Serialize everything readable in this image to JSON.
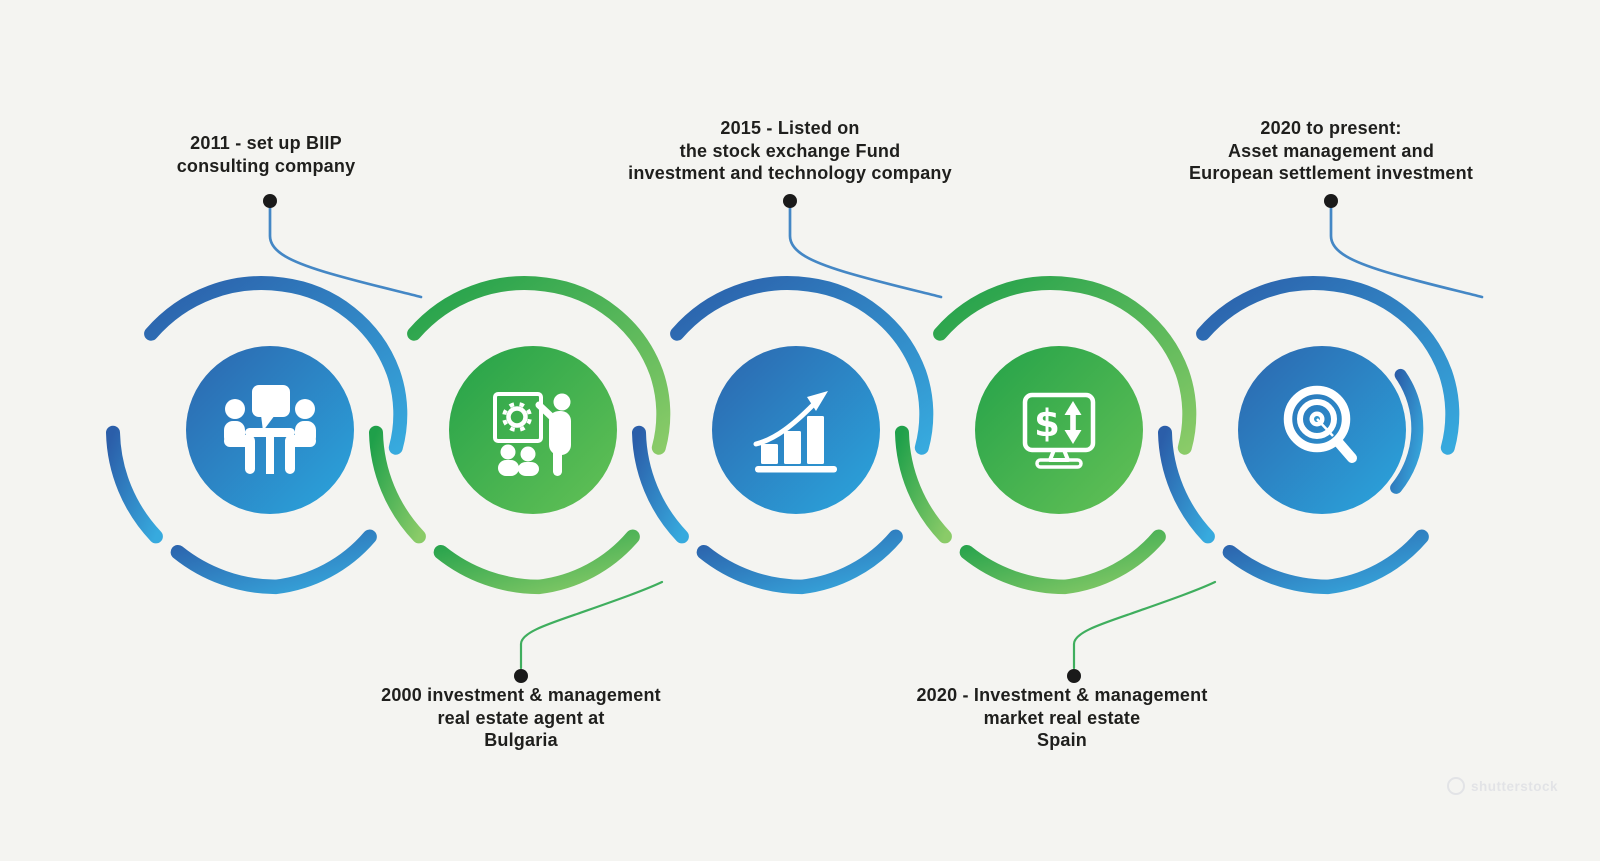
{
  "title": "Company history timeline infographic",
  "colors": {
    "background": "#f4f4f1",
    "circle_blue_dark": "#2c66ae",
    "circle_blue_light": "#2ba6dd",
    "circle_green_dark": "#24a249",
    "circle_green_light": "#64c156",
    "arc_blue_dark": "#2b5ea9",
    "arc_blue_light": "#37aade",
    "arc_green_dark": "#1fa04a",
    "arc_green_light": "#8acb68",
    "connector_blue": "#4487c5",
    "connector_green": "#3fae5e",
    "dot": "#1a1a1a",
    "text": "#1f1f1d",
    "icon": "#ffffff"
  },
  "icons": {
    "dollar_symbol": "$",
    "updown_arrow_symbol": "↕"
  },
  "timeline": {
    "nodes": [
      {
        "id": "node-2011",
        "year": "2011",
        "label": "2011 - set up BIIP\nconsulting company",
        "label_position": "top",
        "color": "blue",
        "icon": "consulting-meeting"
      },
      {
        "id": "node-2000",
        "year": "2000",
        "label": "2000 investment & management\nreal estate agent at\nBulgaria",
        "label_position": "bottom",
        "color": "green",
        "icon": "training-presentation"
      },
      {
        "id": "node-2015",
        "year": "2015",
        "label": "2015 - Listed on\nthe stock exchange Fund\ninvestment and technology company",
        "label_position": "top",
        "color": "blue",
        "icon": "growth-chart"
      },
      {
        "id": "node-2020-spain",
        "year": "2020",
        "label": "2020 - Investment & management\nmarket real estate\nSpain",
        "label_position": "bottom",
        "color": "green",
        "icon": "monitor-dollar"
      },
      {
        "id": "node-2020-present",
        "year": "2020",
        "label": "2020 to present:\nAsset management and\nEuropean settlement investment",
        "label_position": "top",
        "color": "blue",
        "icon": "target-magnifier"
      }
    ]
  },
  "watermark": {
    "text": "shutterstock"
  }
}
